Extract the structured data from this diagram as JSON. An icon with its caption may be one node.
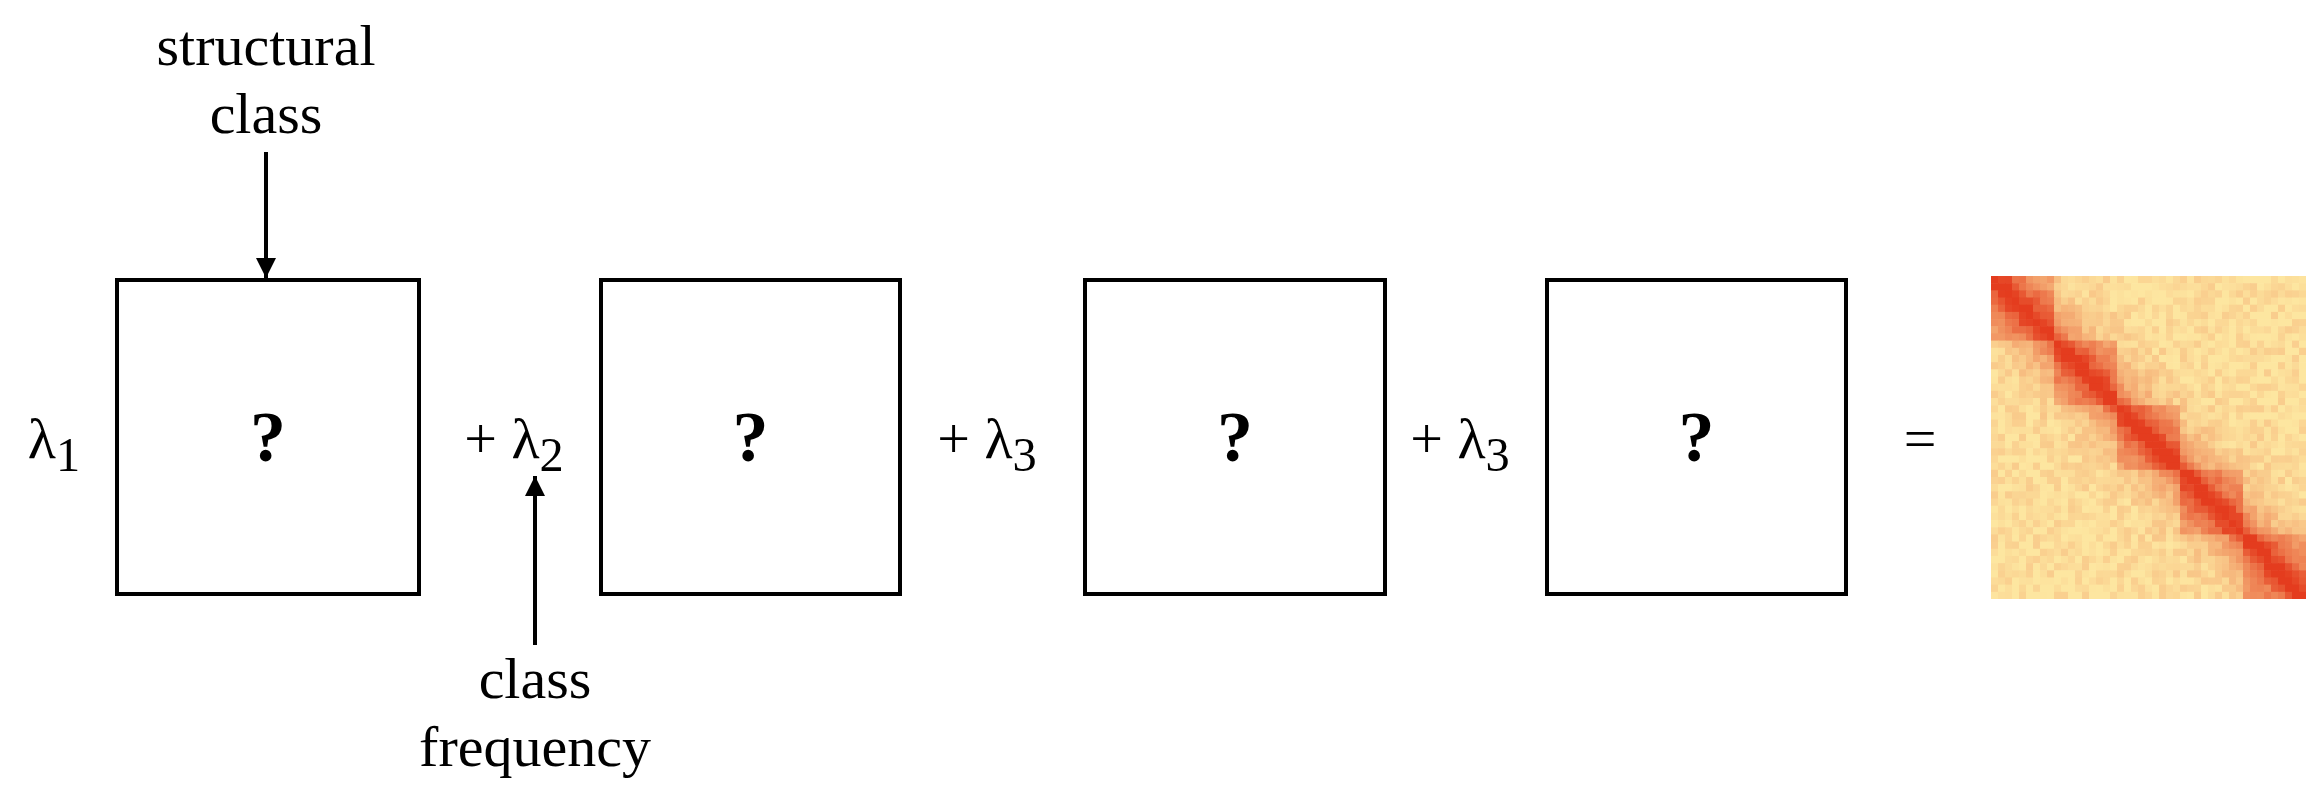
{
  "diagram": {
    "nodes": [
      {
        "text": [
          "structural class"
        ]
      },
      {
        "text": [
          "?"
        ]
      },
      {
        "text": [
          "+ λ$_{2}$"
        ]
      },
      {
        "text": [
          "?"
        ]
      },
      {
        "text": [
          "?"
        ]
      },
      {
        "text": [
          "?"
        ]
      },
      {
        "text": [
          "class frequency"
        ]
      }
    ],
    "edges": [
      {
        "from": 0,
        "to": 1,
        "arrow": "to"
      },
      {
        "from": 6,
        "to": 2,
        "arrow": "to"
      }
    ],
    "labels": [
      "λ$_{1}$",
      "+ λ$_{3}$",
      "+ λ$_{3}$",
      "="
    ]
  }
}
